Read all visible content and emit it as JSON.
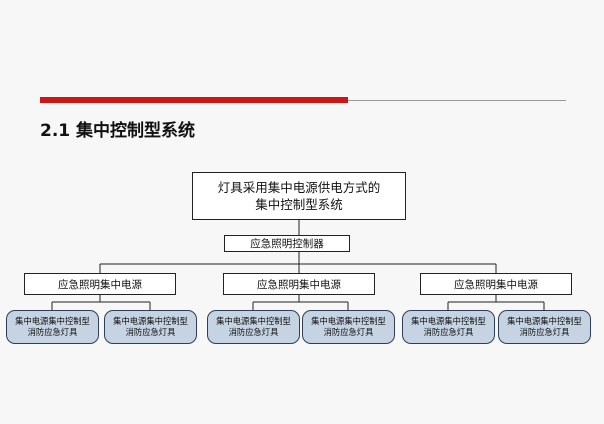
{
  "header": {
    "title": "2.1 集中控制型系统",
    "accent_color": "#c81818"
  },
  "diagram": {
    "root": {
      "line1": "灯具采用集中电源供电方式的",
      "line2": "集中控制型系统"
    },
    "controller": "应急照明控制器",
    "groups": [
      {
        "source": "应急照明集中电源",
        "lamps": [
          {
            "line1": "集中电源集中控制型",
            "line2": "消防应急灯具"
          },
          {
            "line1": "集中电源集中控制型",
            "line2": "消防应急灯具"
          }
        ]
      },
      {
        "source": "应急照明集中电源",
        "lamps": [
          {
            "line1": "集中电源集中控制型",
            "line2": "消防应急灯具"
          },
          {
            "line1": "集中电源集中控制型",
            "line2": "消防应急灯具"
          }
        ]
      },
      {
        "source": "应急照明集中电源",
        "lamps": [
          {
            "line1": "集中电源集中控制型",
            "line2": "消防应急灯具"
          },
          {
            "line1": "集中电源集中控制型",
            "line2": "消防应急灯具"
          }
        ]
      }
    ],
    "lamp_fill": "#c6d3e3"
  }
}
